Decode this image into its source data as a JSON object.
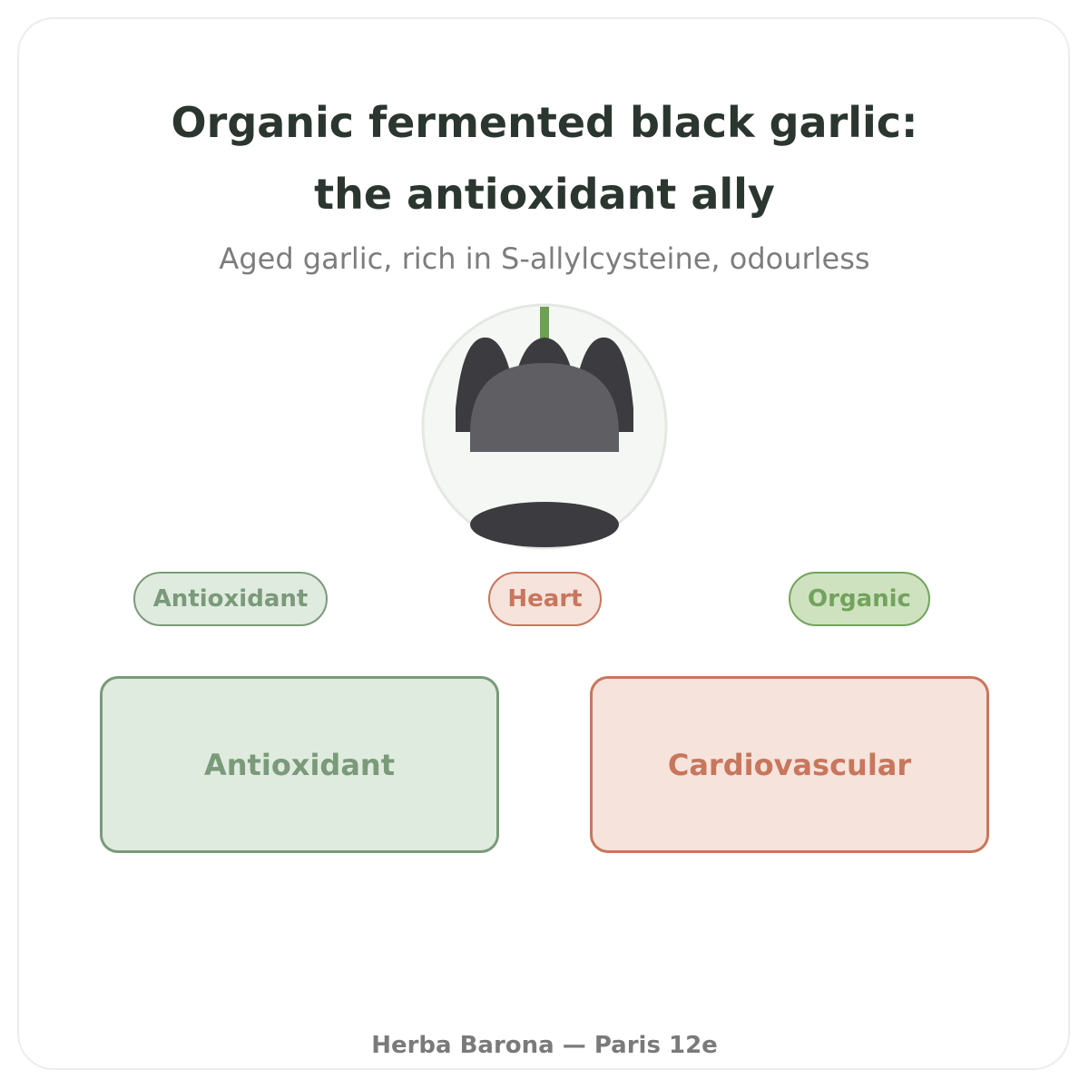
{
  "header": {
    "title": "Organic fermented black garlic: the antioxidant ally",
    "subtitle": "Aged garlic, rich in S-allylcysteine, odourless"
  },
  "illustration": {
    "icon": "black-garlic-icon",
    "colors": {
      "circle_fill": "#f5f7f4",
      "circle_stroke": "#e4e8e2",
      "stem": "#6da052",
      "clove_dark": "#3c3b40",
      "clove_light": "#5f5e63"
    }
  },
  "tags": [
    {
      "label": "Antioxidant",
      "color": "#7a9a7a",
      "background": "#e0ebe0"
    },
    {
      "label": "Heart",
      "color": "#c8765c",
      "background": "#f5e3dc"
    },
    {
      "label": "Organic",
      "color": "#72a35c",
      "background": "#cfe2c0"
    }
  ],
  "benefits": [
    {
      "label": "Antioxidant",
      "color": "#7a9a7a",
      "background": "#e0ebe0"
    },
    {
      "label": "Cardiovascular",
      "color": "#c8765c",
      "background": "#f5e3dc"
    }
  ],
  "footer": {
    "text": "Herba Barona — Paris 12e"
  }
}
